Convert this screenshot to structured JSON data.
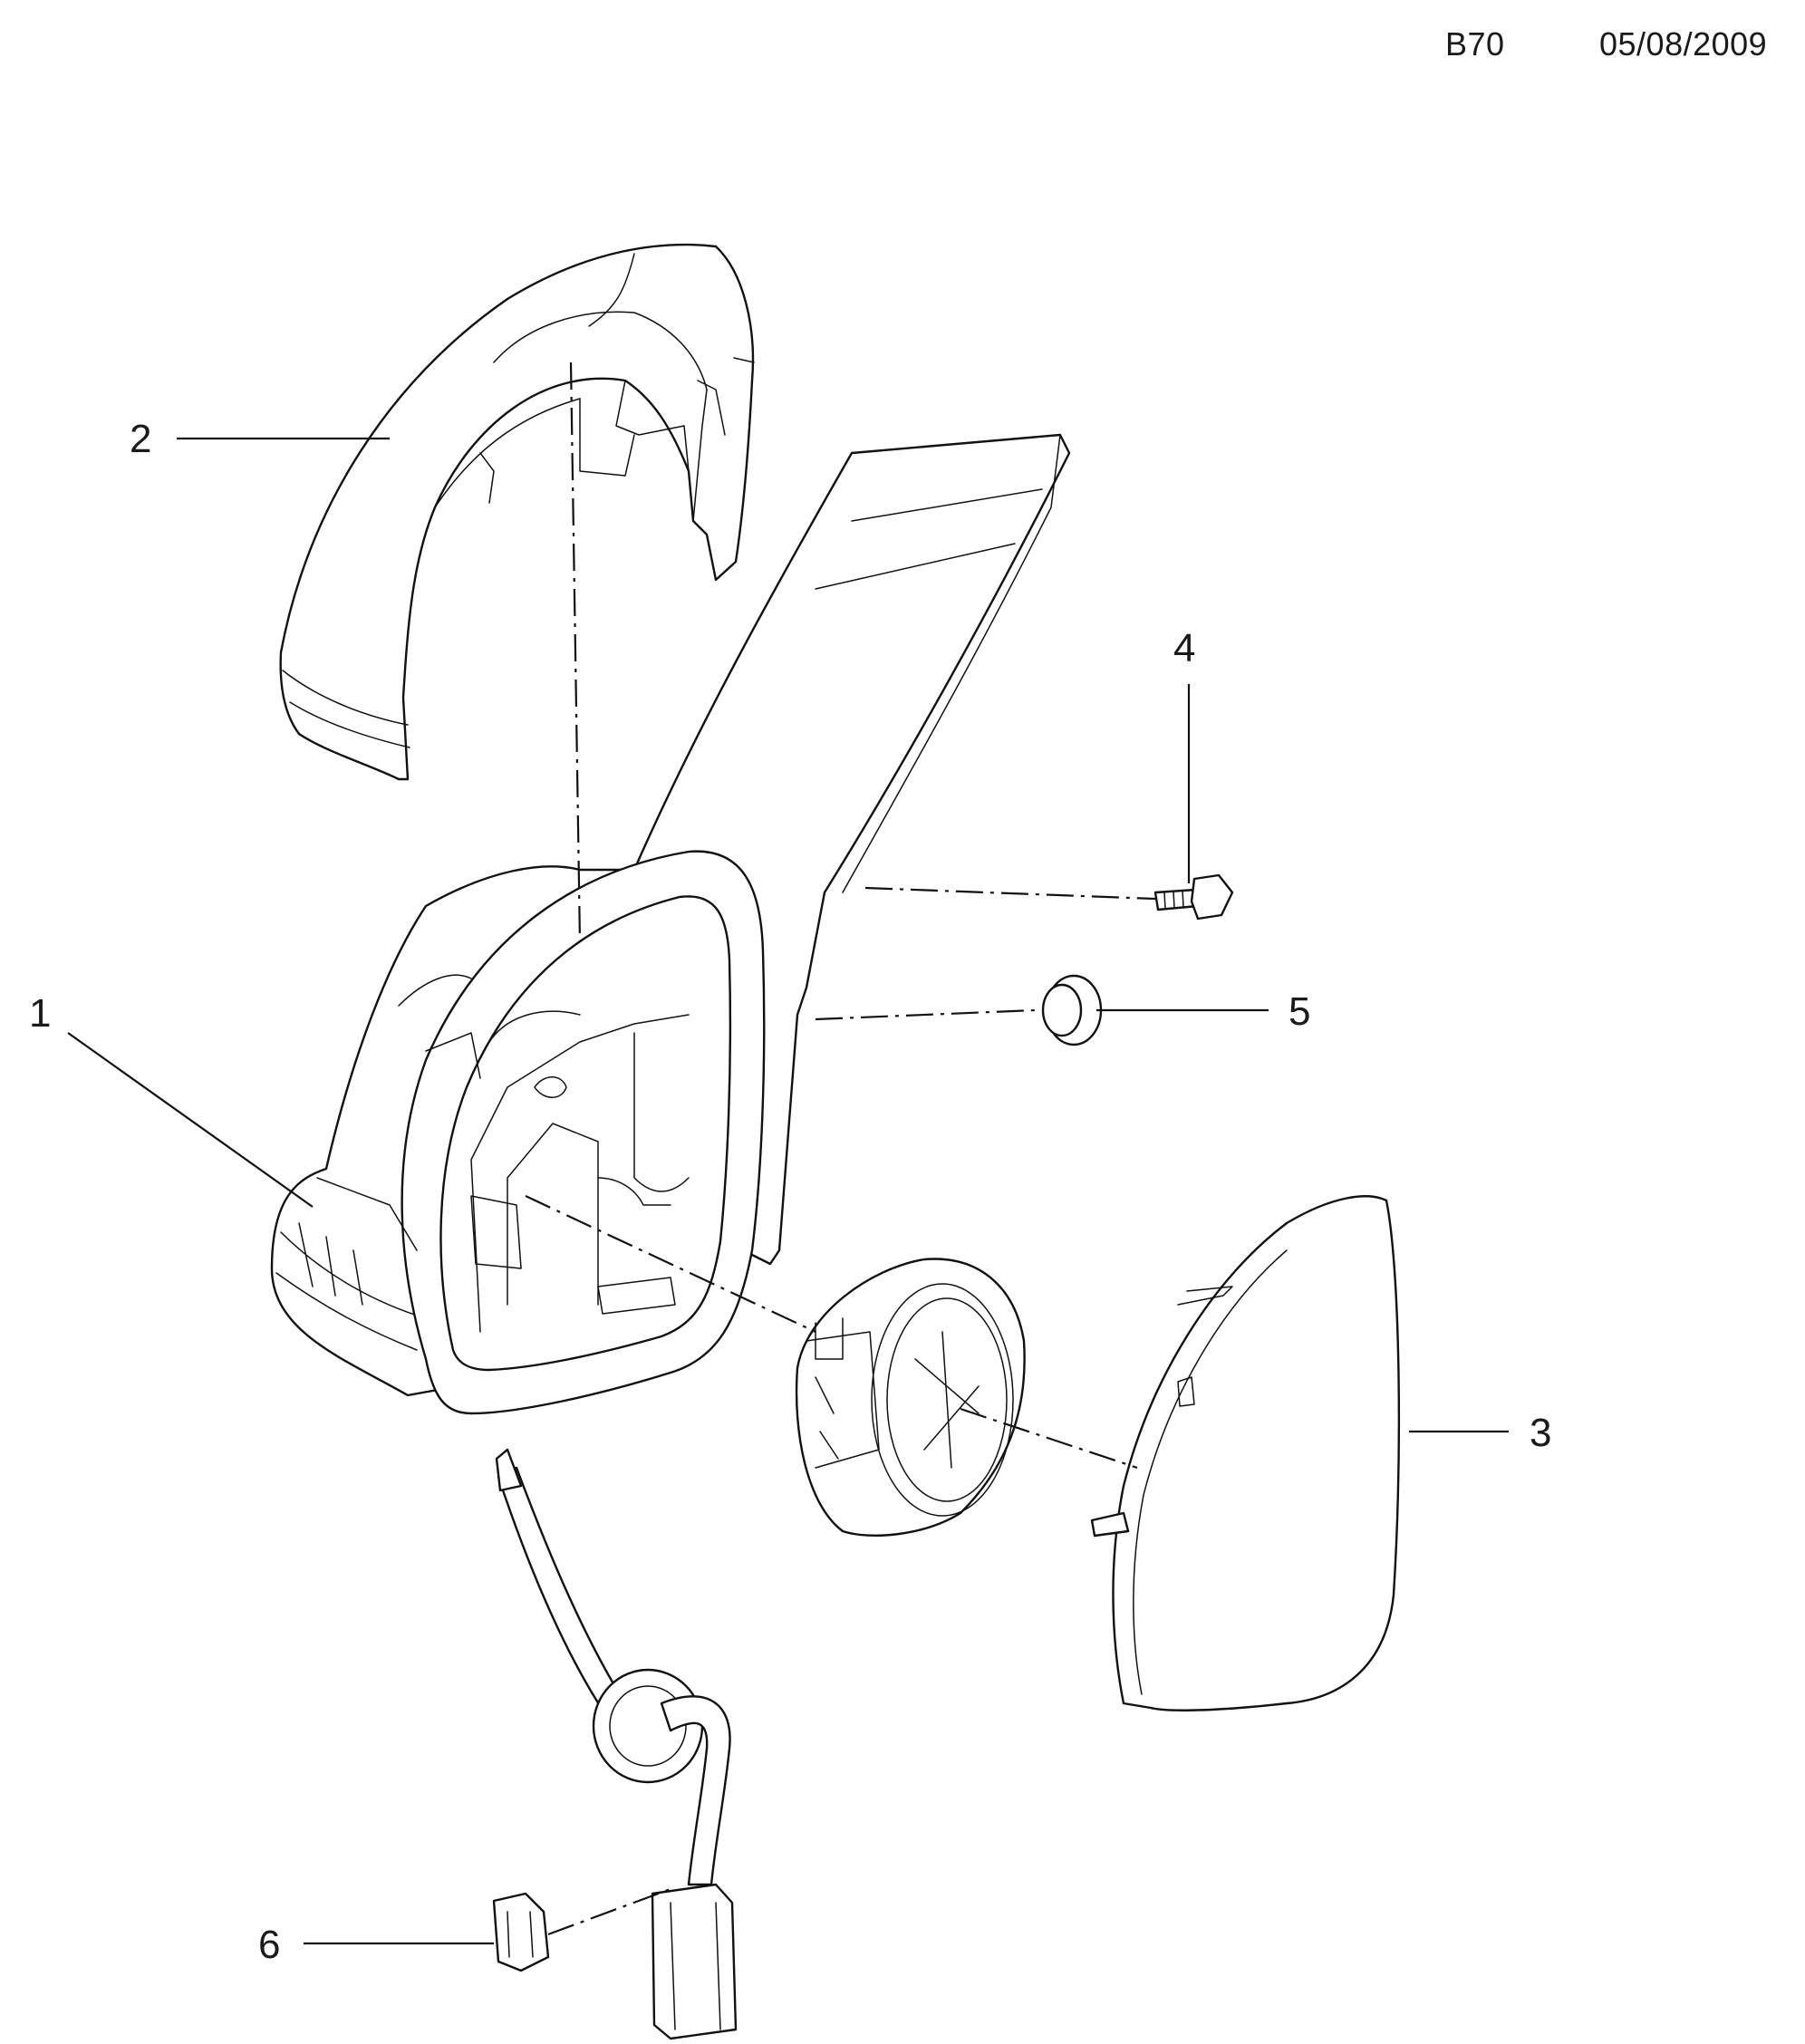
{
  "header": {
    "code": "B70",
    "date": "05/08/2009"
  },
  "callouts": [
    {
      "id": "1",
      "label": "1"
    },
    {
      "id": "2",
      "label": "2"
    },
    {
      "id": "3",
      "label": "3"
    },
    {
      "id": "4",
      "label": "4"
    },
    {
      "id": "5",
      "label": "5"
    },
    {
      "id": "6",
      "label": "6"
    }
  ]
}
